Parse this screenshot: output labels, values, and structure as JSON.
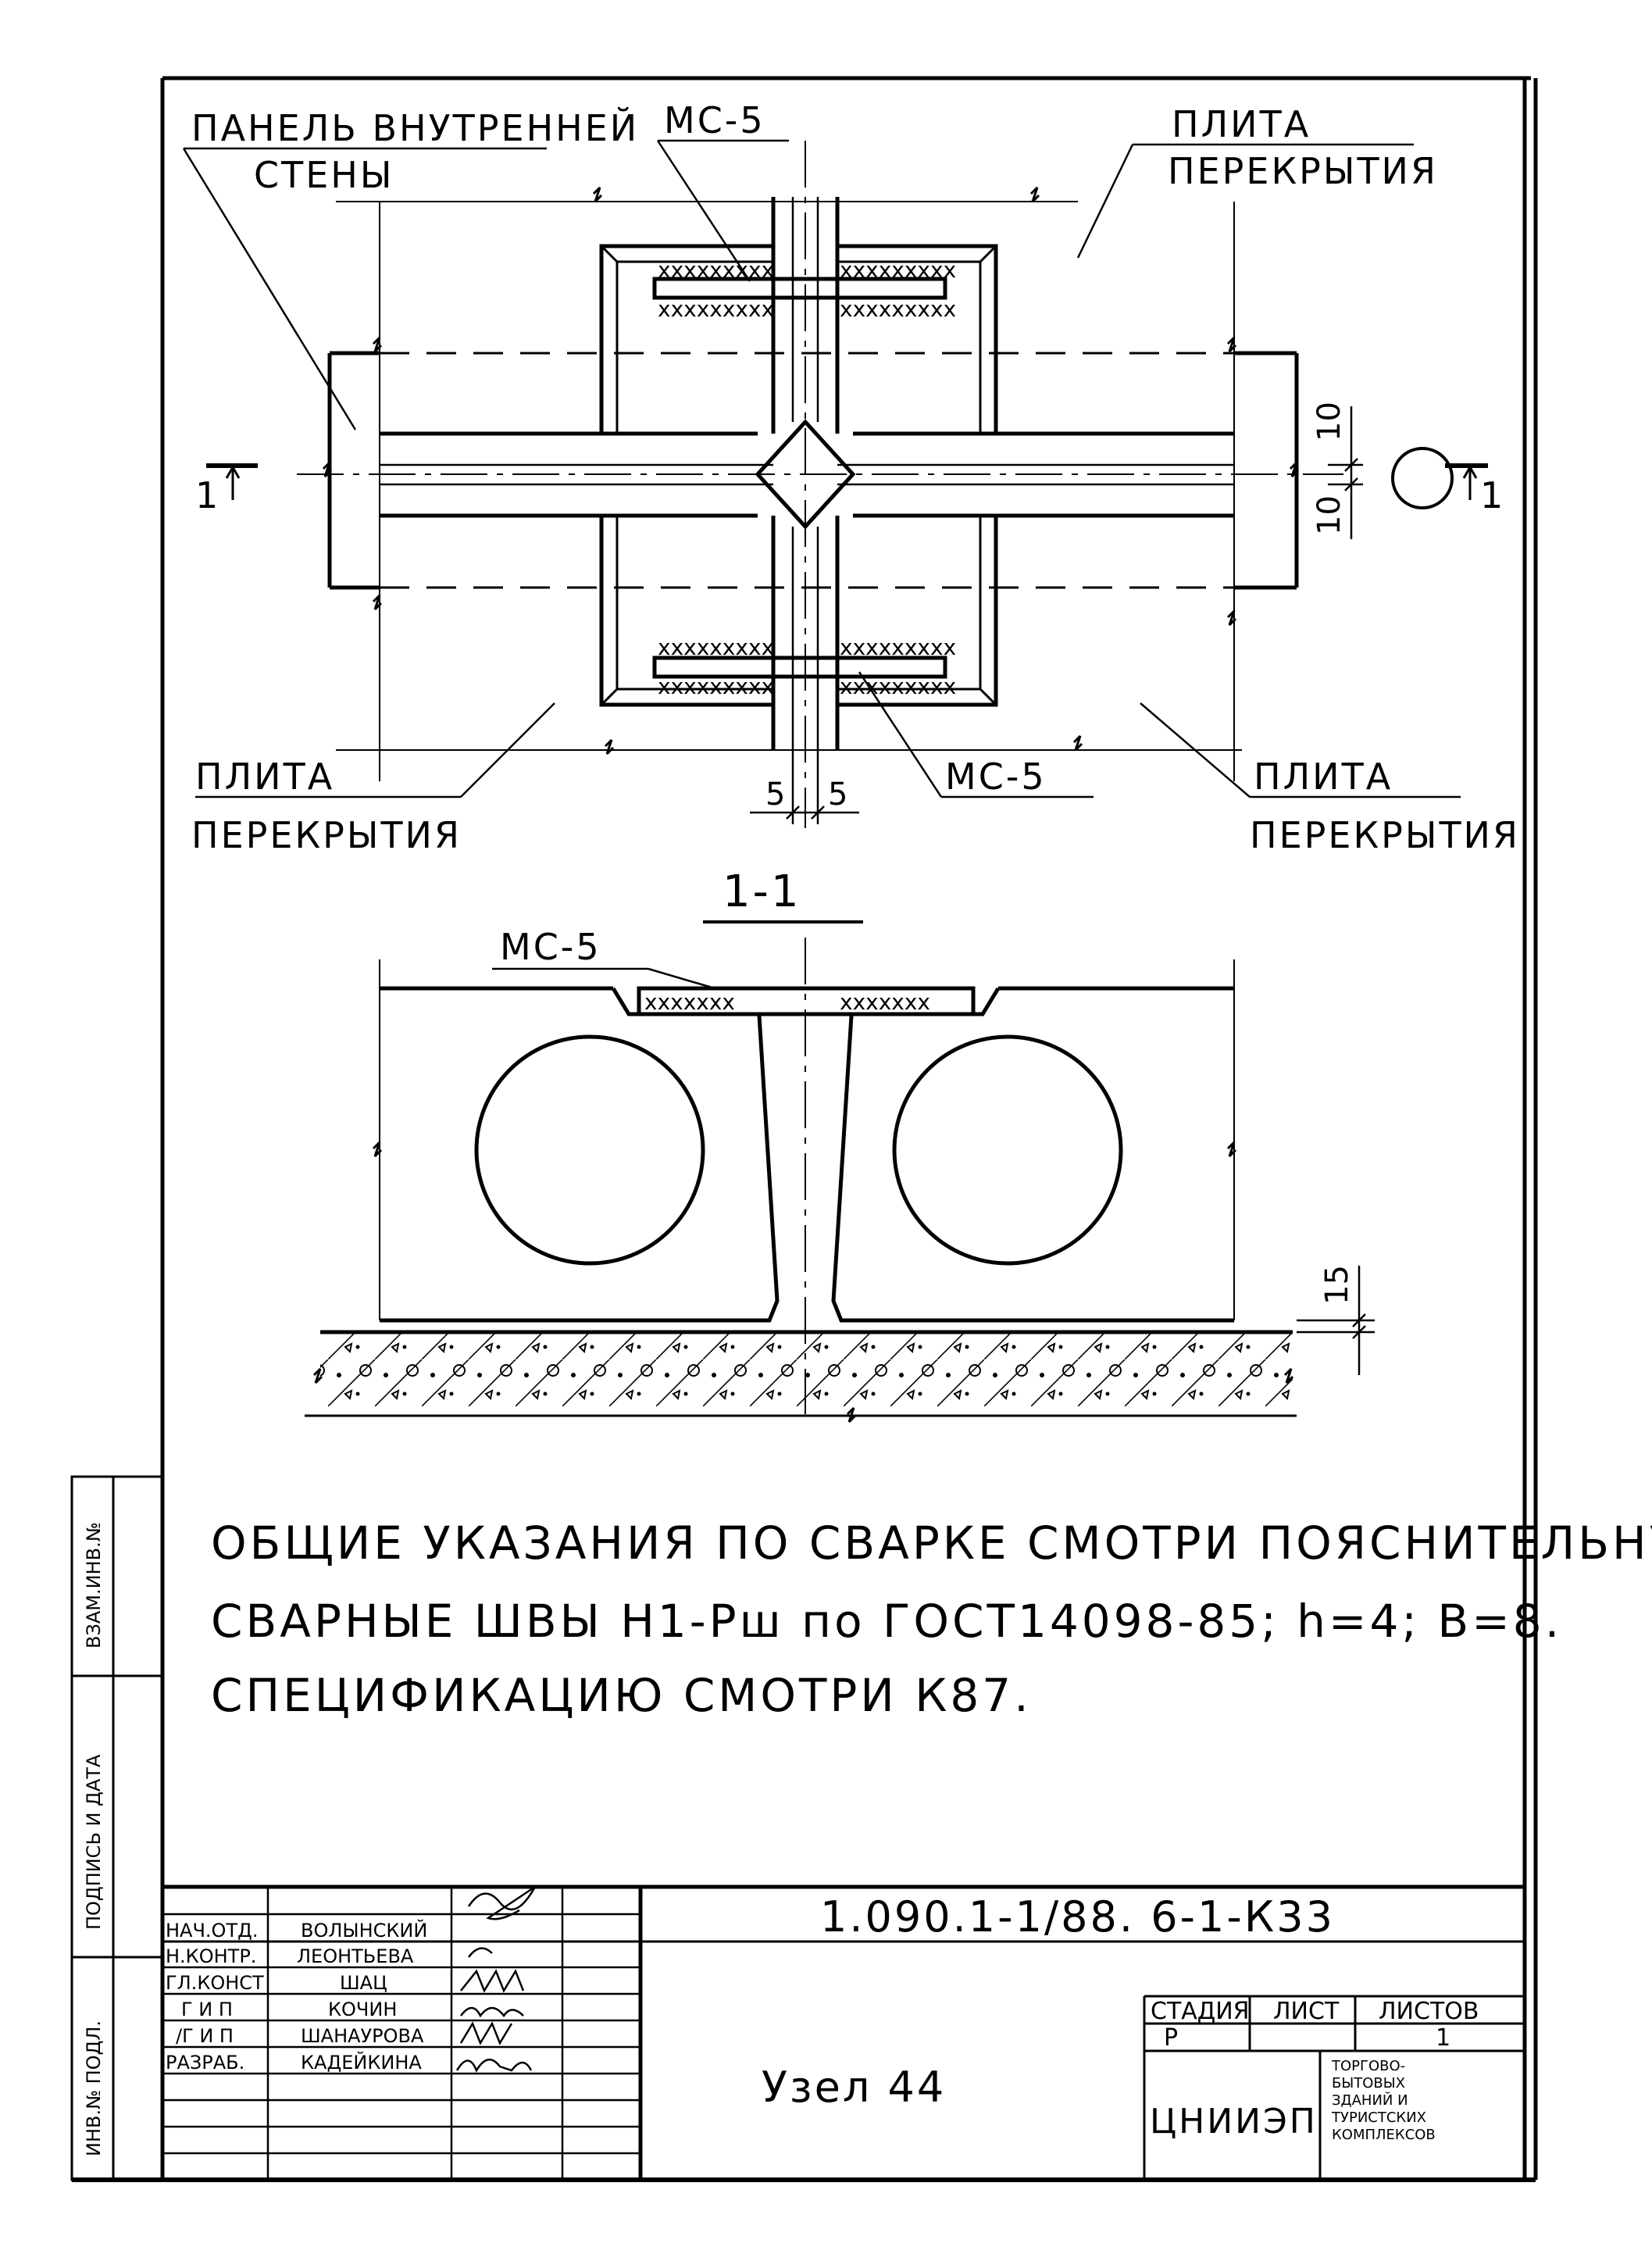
{
  "labels": {
    "wall_panel_line1": "ПАНЕЛЬ ВНУТРЕННЕЙ",
    "wall_panel_line2": "СТЕНЫ",
    "mc5_top": "МС-5",
    "slab_top_right_line1": "ПЛИТА",
    "slab_top_right_line2": "ПЕРЕКРЫТИЯ",
    "slab_bottom_left_line1": "ПЛИТА",
    "slab_bottom_left_line2": "ПЕРЕКРЫТИЯ",
    "slab_bottom_right_line1": "ПЛИТА",
    "slab_bottom_right_line2": "ПЕРЕКРЫТИЯ",
    "mc5_bottom": "МС-5",
    "section_mark_left": "1",
    "section_mark_right": "1",
    "section_title": "1-1",
    "mc5_section": "МС-5"
  },
  "dimensions": {
    "plan_top": "10",
    "plan_bottom": "10",
    "gap_left": "5",
    "gap_right": "5",
    "section_screed": "15"
  },
  "notes": [
    "ОБЩИЕ УКАЗАНИЯ ПО СВАРКЕ СМОТРИ ПОЯСНИТЕЛЬНУЮ ЗАПИСКУ.",
    "СВАРНЫЕ ШВЫ Н1-Рш по ГОСТ14098-85; h=4; B=8.",
    "СПЕЦИФИКАЦИЮ СМОТРИ К87."
  ],
  "side_stamp": {
    "cell1": "ВЗАМ.ИНВ.№",
    "cell2": "ПОДПИСЬ И ДАТА",
    "cell3": "ИНВ.№ ПОДЛ."
  },
  "title_block": {
    "document_code": "1.090.1-1/88. 6-1-К33",
    "drawing_title": "Узел 44",
    "stage_header": "СТАДИЯ",
    "sheet_header": "ЛИСТ",
    "sheets_header": "ЛИСТОВ",
    "stage_value": "Р",
    "sheets_value": "1",
    "organization": "ЦНИИЭП",
    "organization_detail": [
      "ТОРГОВО-",
      "БЫТОВЫХ",
      "ЗДАНИЙ И",
      "ТУРИСТСКИХ",
      "КОМПЛЕКСОВ"
    ],
    "staff": [
      {
        "role": "НАЧ.ОТД.",
        "name": "ВОЛЫНСКИЙ"
      },
      {
        "role": "Н.КОНТР.",
        "name": "ЛЕОНТЬЕВА"
      },
      {
        "role": "ГЛ.КОНСТ",
        "name": "ШАЦ"
      },
      {
        "role": "Г И П",
        "name": "КОЧИН"
      },
      {
        "role": "/Г И П",
        "name": "ШАНАУРОВА"
      },
      {
        "role": "РАЗРАБ.",
        "name": "КАДЕЙКИНА"
      }
    ]
  }
}
